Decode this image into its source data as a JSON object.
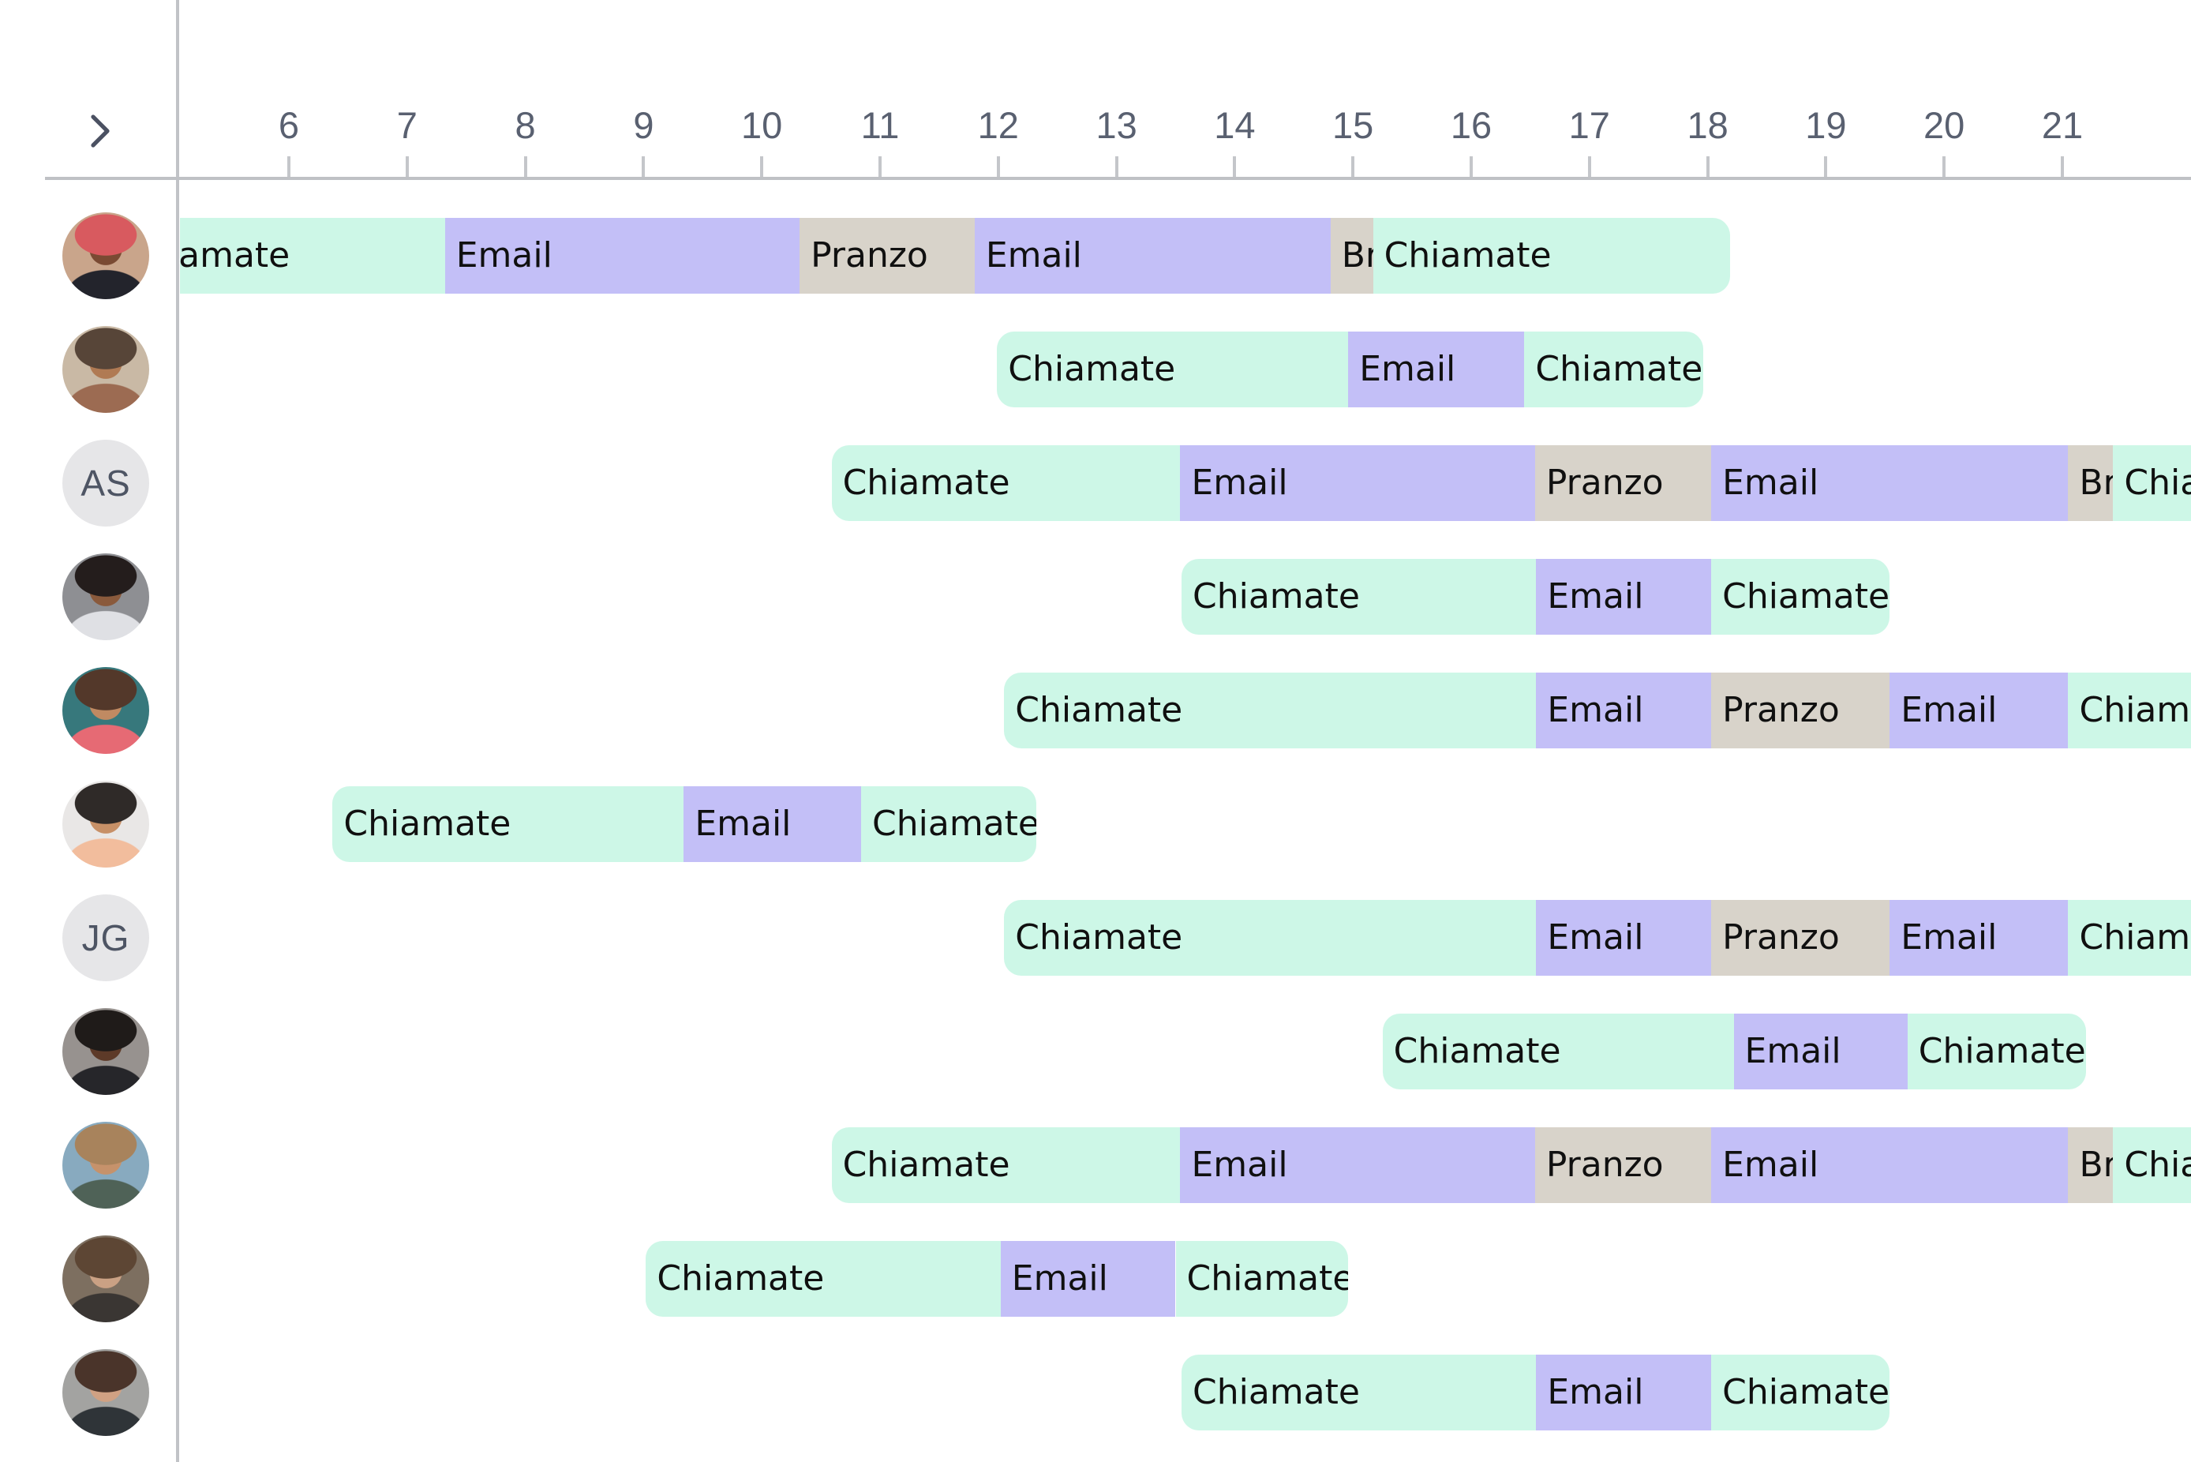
{
  "header": {
    "collapse_button": {
      "icon": "chevron-right"
    },
    "timeline": {
      "hour_labels": [
        "6",
        "7",
        "8",
        "9",
        "10",
        "11",
        "12",
        "13",
        "14",
        "15",
        "16",
        "17",
        "18",
        "19",
        "20",
        "21"
      ],
      "first_hour": 6,
      "last_hour": 21
    }
  },
  "colors": {
    "event_chiamate": "#cdf7e7",
    "event_email": "#c3bff7",
    "event_pranzo": "#d8d3ca",
    "event_break": "#d8d3ca",
    "event_text": "#101010",
    "axis_line": "#bfc1c5",
    "tick": "#c4c6ca",
    "hour_label": "#596070",
    "divider": "#c1c3c7",
    "chevron": "#4b5162",
    "initials_bg": "#e6e6e8",
    "initials_text": "#4e5564"
  },
  "schedule": {
    "rows": [
      {
        "avatar": {
          "kind": "photo",
          "depicts": "man-red-hair-dark-hoodie",
          "palette": {
            "bg": "#c9a58b",
            "hair": "#d85a5f",
            "skin": "#7a4a33",
            "shirt": "#23242c"
          }
        },
        "events": [
          {
            "label": "Chiamate",
            "type": "chiamate",
            "start": 4.5,
            "end": 7.32
          },
          {
            "label": "Email",
            "type": "email",
            "start": 7.32,
            "end": 10.32
          },
          {
            "label": "Pranzo",
            "type": "pranzo",
            "start": 10.32,
            "end": 11.8
          },
          {
            "label": "Email",
            "type": "email",
            "start": 11.8,
            "end": 14.81
          },
          {
            "label": "Break",
            "type": "break",
            "start": 14.81,
            "end": 15.17
          },
          {
            "label": "Chiamate",
            "type": "chiamate",
            "start": 15.17,
            "end": 18.19
          }
        ]
      },
      {
        "avatar": {
          "kind": "photo",
          "depicts": "man-sunglasses-tan-jacket",
          "palette": {
            "bg": "#c9b9a5",
            "hair": "#574538",
            "skin": "#b07a53",
            "shirt": "#9c6b52"
          }
        },
        "events": [
          {
            "label": "Chiamate",
            "type": "chiamate",
            "start": 11.99,
            "end": 14.96
          },
          {
            "label": "Email",
            "type": "email",
            "start": 14.96,
            "end": 16.45
          },
          {
            "label": "Chiamate",
            "type": "chiamate",
            "start": 16.45,
            "end": 17.96
          }
        ]
      },
      {
        "avatar": {
          "kind": "initials",
          "initials": "AS"
        },
        "events": [
          {
            "label": "Chiamate",
            "type": "chiamate",
            "start": 10.59,
            "end": 13.54
          },
          {
            "label": "Email",
            "type": "email",
            "start": 13.54,
            "end": 16.54
          },
          {
            "label": "Pranzo",
            "type": "pranzo",
            "start": 16.54,
            "end": 18.03
          },
          {
            "label": "Email",
            "type": "email",
            "start": 18.03,
            "end": 21.05
          },
          {
            "label": "Break",
            "type": "break",
            "start": 21.05,
            "end": 21.43
          },
          {
            "label": "Chiamate",
            "type": "chiamate",
            "start": 21.43,
            "end": 22.62
          }
        ]
      },
      {
        "avatar": {
          "kind": "photo",
          "depicts": "woman-dark-skin-white-top",
          "palette": {
            "bg": "#8e8f93",
            "hair": "#241d1c",
            "skin": "#8a5a3c",
            "shirt": "#dfe0e4"
          }
        },
        "events": [
          {
            "label": "Chiamate",
            "type": "chiamate",
            "start": 13.55,
            "end": 16.55
          },
          {
            "label": "Email",
            "type": "email",
            "start": 16.55,
            "end": 18.03
          },
          {
            "label": "Chiamate",
            "type": "chiamate",
            "start": 18.03,
            "end": 19.54
          }
        ]
      },
      {
        "avatar": {
          "kind": "photo",
          "depicts": "smiling-woman-pink-top-teal-background",
          "palette": {
            "bg": "#37787c",
            "hair": "#53382a",
            "skin": "#c08a62",
            "shirt": "#e66a74"
          }
        },
        "events": [
          {
            "label": "Chiamate",
            "type": "chiamate",
            "start": 12.05,
            "end": 16.55
          },
          {
            "label": "Email",
            "type": "email",
            "start": 16.55,
            "end": 18.03
          },
          {
            "label": "Pranzo",
            "type": "pranzo",
            "start": 18.03,
            "end": 19.54
          },
          {
            "label": "Email",
            "type": "email",
            "start": 19.54,
            "end": 21.05
          },
          {
            "label": "Chiamate",
            "type": "chiamate",
            "start": 21.05,
            "end": 22.62
          }
        ]
      },
      {
        "avatar": {
          "kind": "photo",
          "depicts": "woman-dark-hair-peach-top-light-background",
          "palette": {
            "bg": "#e9e7e6",
            "hair": "#2f2a28",
            "skin": "#c79067",
            "shirt": "#f2bd9d"
          }
        },
        "events": [
          {
            "label": "Chiamate",
            "type": "chiamate",
            "start": 6.37,
            "end": 9.34
          },
          {
            "label": "Email",
            "type": "email",
            "start": 9.34,
            "end": 10.84
          },
          {
            "label": "Chiamate",
            "type": "chiamate",
            "start": 10.84,
            "end": 12.32
          }
        ]
      },
      {
        "avatar": {
          "kind": "initials",
          "initials": "JG"
        },
        "events": [
          {
            "label": "Chiamate",
            "type": "chiamate",
            "start": 12.05,
            "end": 16.55
          },
          {
            "label": "Email",
            "type": "email",
            "start": 16.55,
            "end": 18.03
          },
          {
            "label": "Pranzo",
            "type": "pranzo",
            "start": 18.03,
            "end": 19.54
          },
          {
            "label": "Email",
            "type": "email",
            "start": 19.54,
            "end": 21.05
          },
          {
            "label": "Chiamate",
            "type": "chiamate",
            "start": 21.05,
            "end": 22.62
          }
        ]
      },
      {
        "avatar": {
          "kind": "photo",
          "depicts": "laughing-man-dark-jacket",
          "palette": {
            "bg": "#97928f",
            "hair": "#1f1b19",
            "skin": "#5d3a28",
            "shirt": "#26262a"
          }
        },
        "events": [
          {
            "label": "Chiamate",
            "type": "chiamate",
            "start": 15.25,
            "end": 18.22
          },
          {
            "label": "Email",
            "type": "email",
            "start": 18.22,
            "end": 19.69
          },
          {
            "label": "Chiamate",
            "type": "chiamate",
            "start": 19.69,
            "end": 21.2
          }
        ]
      },
      {
        "avatar": {
          "kind": "photo",
          "depicts": "man-light-brown-hair-outdoors",
          "palette": {
            "bg": "#88aabf",
            "hair": "#a8835c",
            "skin": "#c6926b",
            "shirt": "#4f6257"
          }
        },
        "events": [
          {
            "label": "Chiamate",
            "type": "chiamate",
            "start": 10.59,
            "end": 13.54
          },
          {
            "label": "Email",
            "type": "email",
            "start": 13.54,
            "end": 16.54
          },
          {
            "label": "Pranzo",
            "type": "pranzo",
            "start": 16.54,
            "end": 18.03
          },
          {
            "label": "Email",
            "type": "email",
            "start": 18.03,
            "end": 21.05
          },
          {
            "label": "Break",
            "type": "break",
            "start": 21.05,
            "end": 21.43
          },
          {
            "label": "Chiamate",
            "type": "chiamate",
            "start": 21.43,
            "end": 22.62
          }
        ]
      },
      {
        "avatar": {
          "kind": "photo",
          "depicts": "woman-long-brown-hair",
          "palette": {
            "bg": "#7d6f60",
            "hair": "#5d4634",
            "skin": "#caa184",
            "shirt": "#3a3633"
          }
        },
        "events": [
          {
            "label": "Chiamate",
            "type": "chiamate",
            "start": 9.02,
            "end": 12.02
          },
          {
            "label": "Email",
            "type": "email",
            "start": 12.02,
            "end": 13.5
          },
          {
            "label": "Chiamate",
            "type": "chiamate",
            "start": 13.5,
            "end": 14.96
          }
        ]
      },
      {
        "avatar": {
          "kind": "photo",
          "depicts": "smiling-woman-long-dark-hair",
          "palette": {
            "bg": "#a3a3a1",
            "hair": "#4a342a",
            "skin": "#d0a183",
            "shirt": "#2f3438"
          }
        },
        "events": [
          {
            "label": "Chiamate",
            "type": "chiamate",
            "start": 13.55,
            "end": 16.55
          },
          {
            "label": "Email",
            "type": "email",
            "start": 16.55,
            "end": 18.03
          },
          {
            "label": "Chiamate",
            "type": "chiamate",
            "start": 18.03,
            "end": 19.54
          }
        ]
      }
    ]
  },
  "chart_data": {
    "type": "table",
    "title": "",
    "x_axis_hours": [
      6,
      7,
      8,
      9,
      10,
      11,
      12,
      13,
      14,
      15,
      16,
      17,
      18,
      19,
      20,
      21
    ],
    "note": "rows of scheduled events per person; see schedule.rows for start/end hours"
  }
}
